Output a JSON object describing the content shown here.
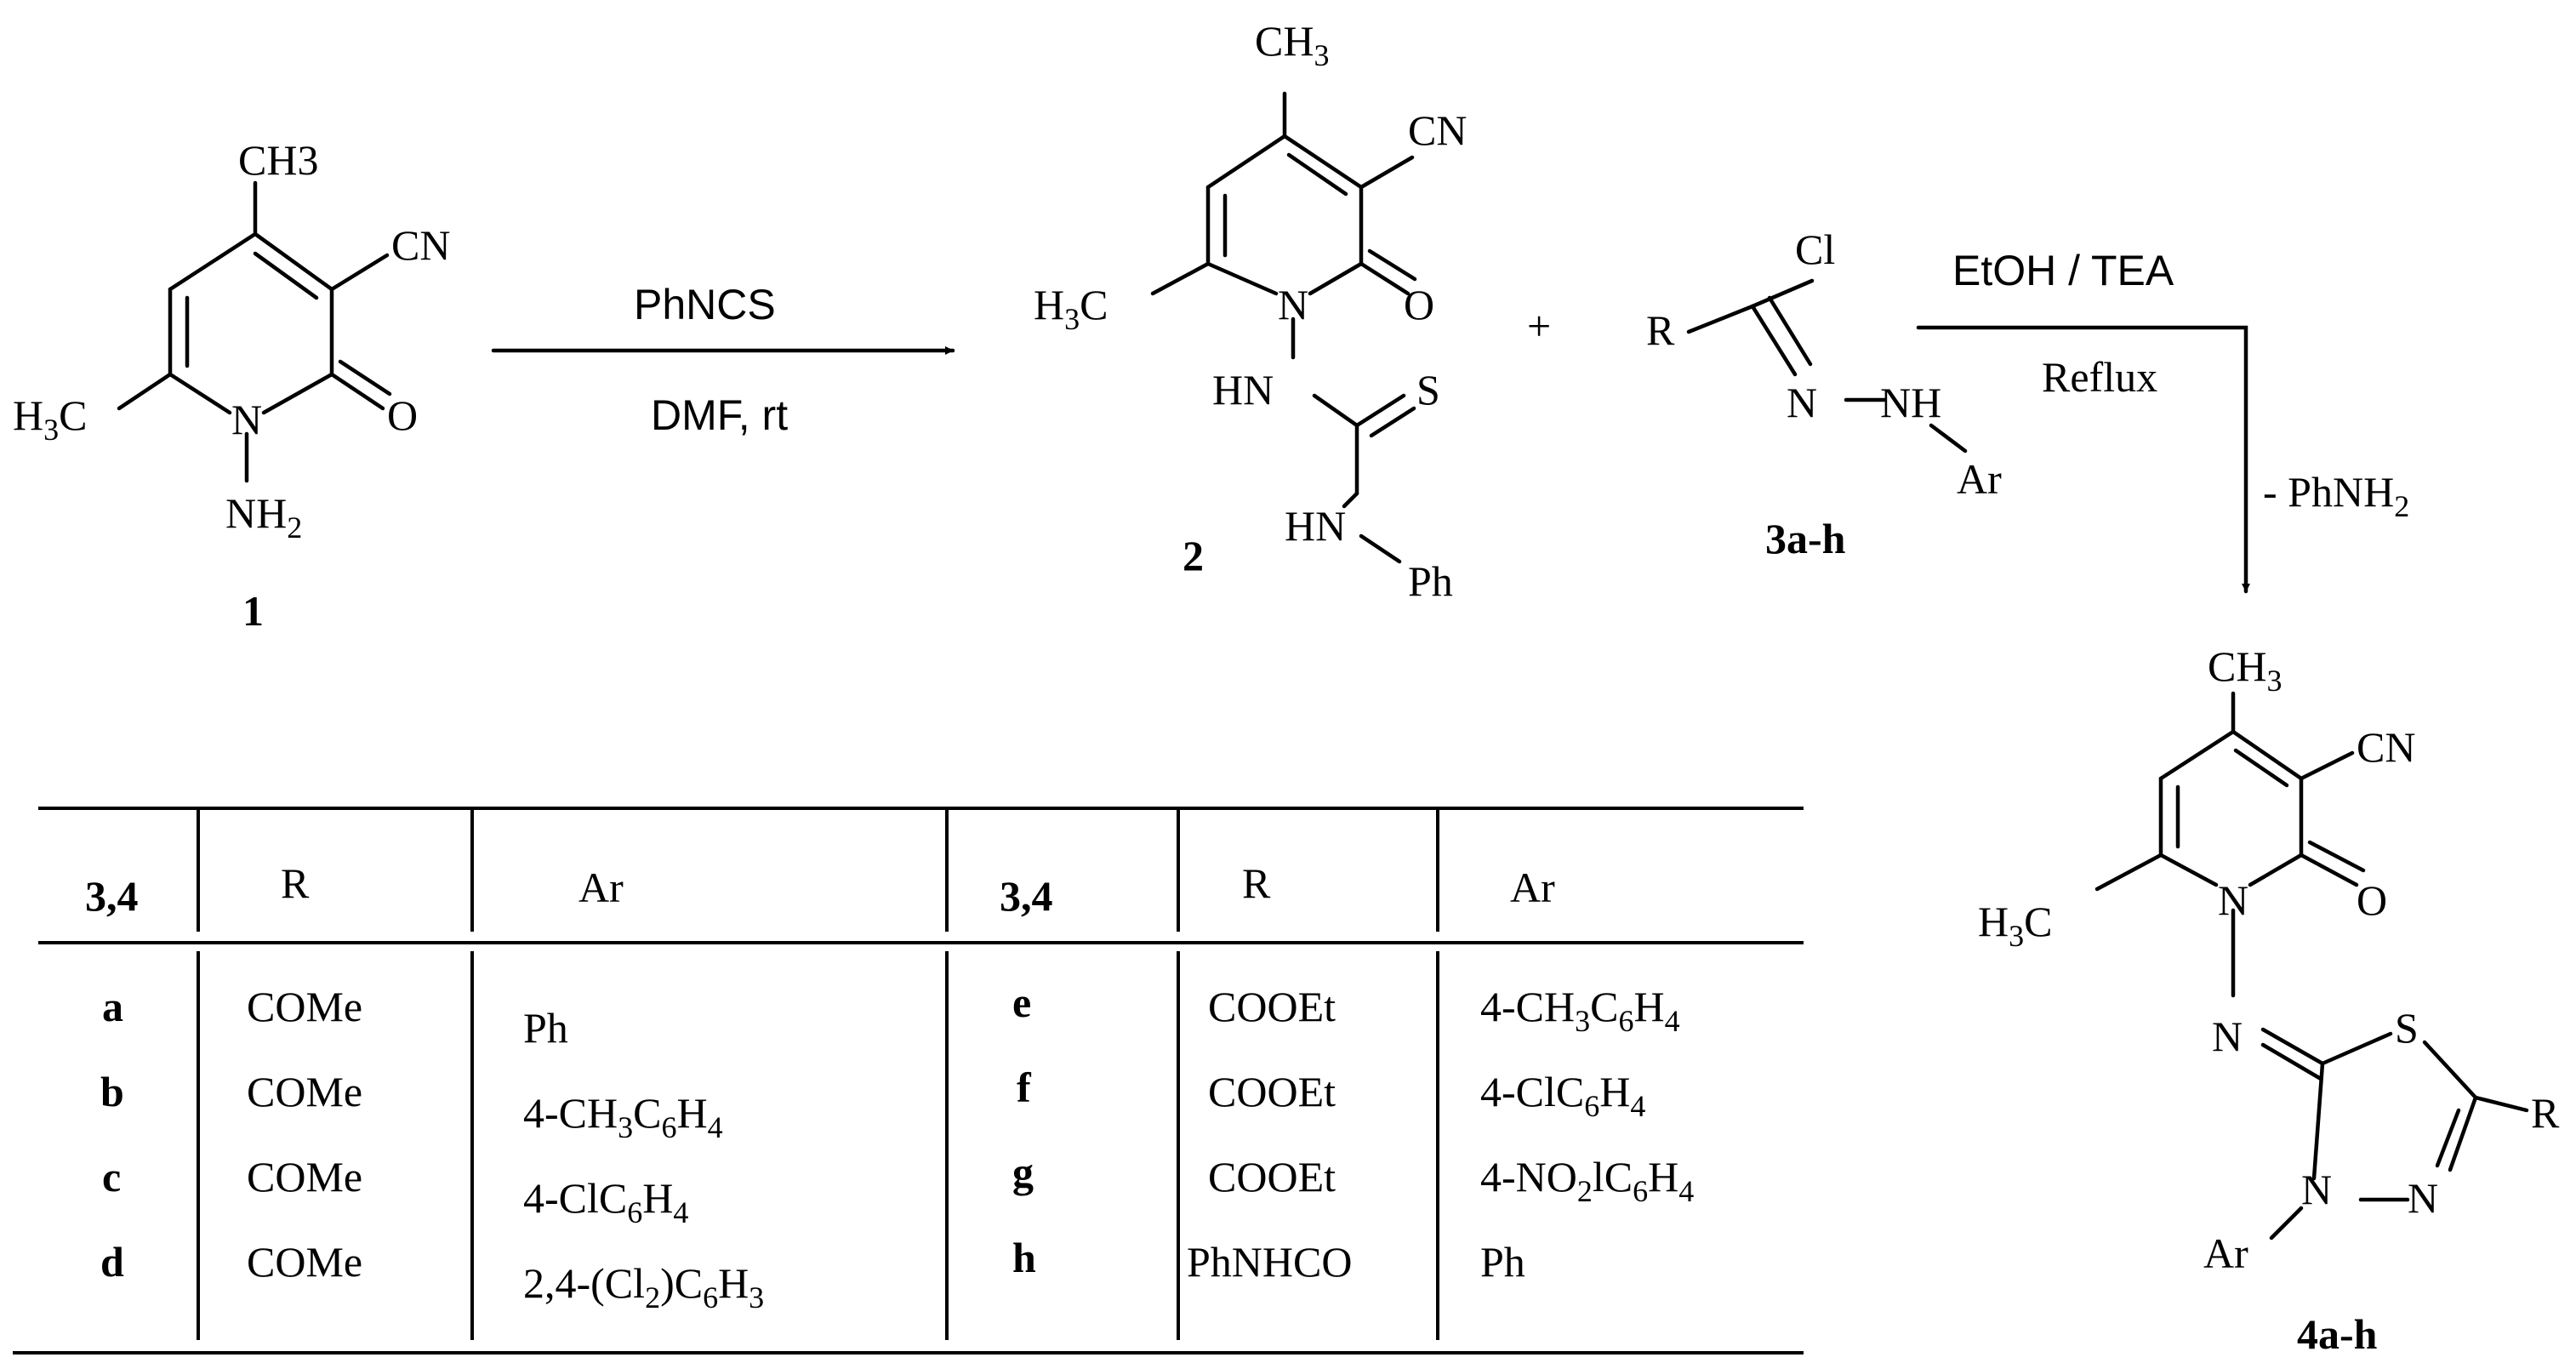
{
  "reagents": {
    "step1_top": "PhNCS",
    "step1_bottom": "DMF, rt",
    "plus": "+",
    "step2_top": "EtOH / TEA",
    "step2_bottom": "Reflux",
    "step2_side": "- PhNH2"
  },
  "compounds": {
    "c1": {
      "id": "1",
      "methyl": "CH3",
      "cn": "CN",
      "oxo": "O",
      "ring_n": "N",
      "nh2": "NH2",
      "methyl2": "H3C"
    },
    "c2": {
      "id": "2",
      "methyl": "CH3",
      "cn": "CN",
      "oxo": "O",
      "ring_n": "N",
      "methyl2": "H3C",
      "hn1": "HN",
      "s": "S",
      "hn2": "HN",
      "ph": "Ph"
    },
    "c3": {
      "id": "3a-h",
      "r": "R",
      "cl": "Cl",
      "n": "N",
      "nh": "NH",
      "ar": "Ar"
    },
    "c4": {
      "id": "4a-h",
      "methyl": "CH3",
      "cn": "CN",
      "oxo": "O",
      "ring_n": "N",
      "methyl2": "H3C",
      "imine_n": "N",
      "s": "S",
      "r": "R",
      "n3": "N",
      "n4": "N",
      "ar": "Ar"
    }
  },
  "table": {
    "headers": [
      "3,4",
      "R",
      "Ar",
      "3,4",
      "R",
      "Ar"
    ],
    "rows_left": [
      {
        "id": "a",
        "r": "COMe",
        "ar": "Ph"
      },
      {
        "id": "b",
        "r": "COMe",
        "ar": "4-CH3C6H4"
      },
      {
        "id": "c",
        "r": "COMe",
        "ar": "4-ClC6H4"
      },
      {
        "id": "d",
        "r": "COMe",
        "ar": "2,4-(Cl2)C6H3"
      }
    ],
    "rows_right": [
      {
        "id": "e",
        "r": "COOEt",
        "ar": "4-CH3C6H4"
      },
      {
        "id": "f",
        "r": "COOEt",
        "ar": "4-ClC6H4"
      },
      {
        "id": "g",
        "r": "COOEt",
        "ar": "4-NO2lC6H4"
      },
      {
        "id": "h",
        "r": "PhNHCO",
        "ar": "Ph"
      }
    ]
  }
}
